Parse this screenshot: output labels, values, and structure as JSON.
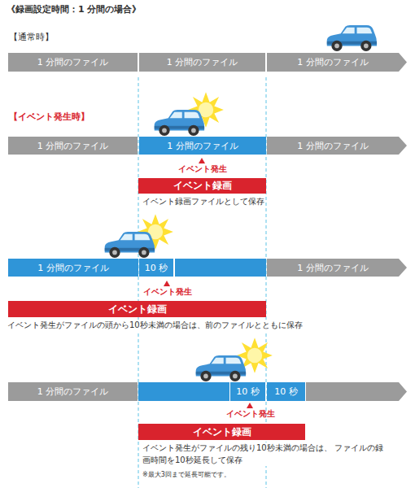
{
  "diagram": {
    "title": "《録画設定時間：1 分間の場合》",
    "nodes": [
      {
        "text": [
          "1 分間のファイル"
        ]
      },
      {
        "text": [
          "1 分間のファイル"
        ]
      },
      {
        "text": [
          "1 分間のファイル"
        ]
      },
      {
        "text": [
          "1 分間のファイル"
        ]
      },
      {
        "text": [
          "1 分間のファイル"
        ]
      },
      {
        "text": [
          "1 分間のファイル"
        ]
      },
      {
        "text": [
          "イベント録画"
        ]
      },
      {
        "text": [
          "1 分間のファイル"
        ]
      },
      {
        "text": [
          "10 秒"
        ]
      },
      {
        "text": [
          "1 分間のファイル"
        ]
      },
      {
        "text": [
          "イベント録画"
        ]
      },
      {
        "text": [
          "1 分間のファイル"
        ]
      },
      {
        "text": [
          "10 秒"
        ]
      },
      {
        "text": [
          "10 秒"
        ]
      },
      {
        "text": [
          "イベント録画"
        ]
      }
    ],
    "labels": [
      "【通常時】",
      "【イベント発生時】",
      "イベント発生",
      "イベント録画ファイルとして保存",
      "イベント発生",
      "イベント発生がファイルの頭から10秒未満の場合は、前のファイルとともに保存",
      "イベント発生",
      "イベント発生がファイルの残り10秒未満の場合は、 ファイルの録画時間を10秒延長して保存",
      "※最大3回まで延長可能です。"
    ]
  }
}
